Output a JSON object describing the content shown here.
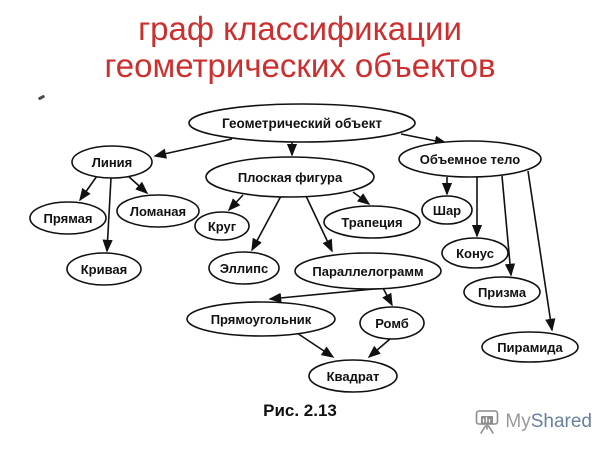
{
  "slide": {
    "title_line1": "граф классификации",
    "title_line2": "геометрических объектов",
    "title_color": "#cc2f2f",
    "caption": "Рис. 2.13"
  },
  "diagram": {
    "type": "classification-graph",
    "nodes": [
      {
        "id": "geometric-object",
        "label": "Геометрический объект"
      },
      {
        "id": "line",
        "label": "Линия"
      },
      {
        "id": "plane-figure",
        "label": "Плоская фигура"
      },
      {
        "id": "solid-body",
        "label": "Объемное тело"
      },
      {
        "id": "straight",
        "label": "Прямая"
      },
      {
        "id": "polyline",
        "label": "Ломаная"
      },
      {
        "id": "curve",
        "label": "Кривая"
      },
      {
        "id": "circle",
        "label": "Круг"
      },
      {
        "id": "trapezoid",
        "label": "Трапеция"
      },
      {
        "id": "ellipse",
        "label": "Эллипс"
      },
      {
        "id": "parallelogram",
        "label": "Параллелограмм"
      },
      {
        "id": "sphere",
        "label": "Шар"
      },
      {
        "id": "cone",
        "label": "Конус"
      },
      {
        "id": "prism",
        "label": "Призма"
      },
      {
        "id": "pyramid",
        "label": "Пирамида"
      },
      {
        "id": "rectangle",
        "label": "Прямоугольник"
      },
      {
        "id": "rhombus",
        "label": "Ромб"
      },
      {
        "id": "square",
        "label": "Квадрат"
      }
    ],
    "edges": [
      {
        "from": "geometric-object",
        "to": "line"
      },
      {
        "from": "geometric-object",
        "to": "plane-figure"
      },
      {
        "from": "geometric-object",
        "to": "solid-body"
      },
      {
        "from": "line",
        "to": "straight"
      },
      {
        "from": "line",
        "to": "curve"
      },
      {
        "from": "line",
        "to": "polyline"
      },
      {
        "from": "plane-figure",
        "to": "circle"
      },
      {
        "from": "plane-figure",
        "to": "ellipse"
      },
      {
        "from": "plane-figure",
        "to": "parallelogram"
      },
      {
        "from": "plane-figure",
        "to": "trapezoid"
      },
      {
        "from": "solid-body",
        "to": "sphere"
      },
      {
        "from": "solid-body",
        "to": "cone"
      },
      {
        "from": "solid-body",
        "to": "prism"
      },
      {
        "from": "solid-body",
        "to": "pyramid"
      },
      {
        "from": "parallelogram",
        "to": "rectangle"
      },
      {
        "from": "parallelogram",
        "to": "rhombus"
      },
      {
        "from": "rectangle",
        "to": "square"
      },
      {
        "from": "rhombus",
        "to": "square"
      }
    ]
  },
  "watermark": {
    "brand_my": "My",
    "brand_shared": "Shared",
    "icon": "presentation-easel-icon",
    "color_my": "#9a9a9a",
    "color_shared": "#68809e"
  }
}
